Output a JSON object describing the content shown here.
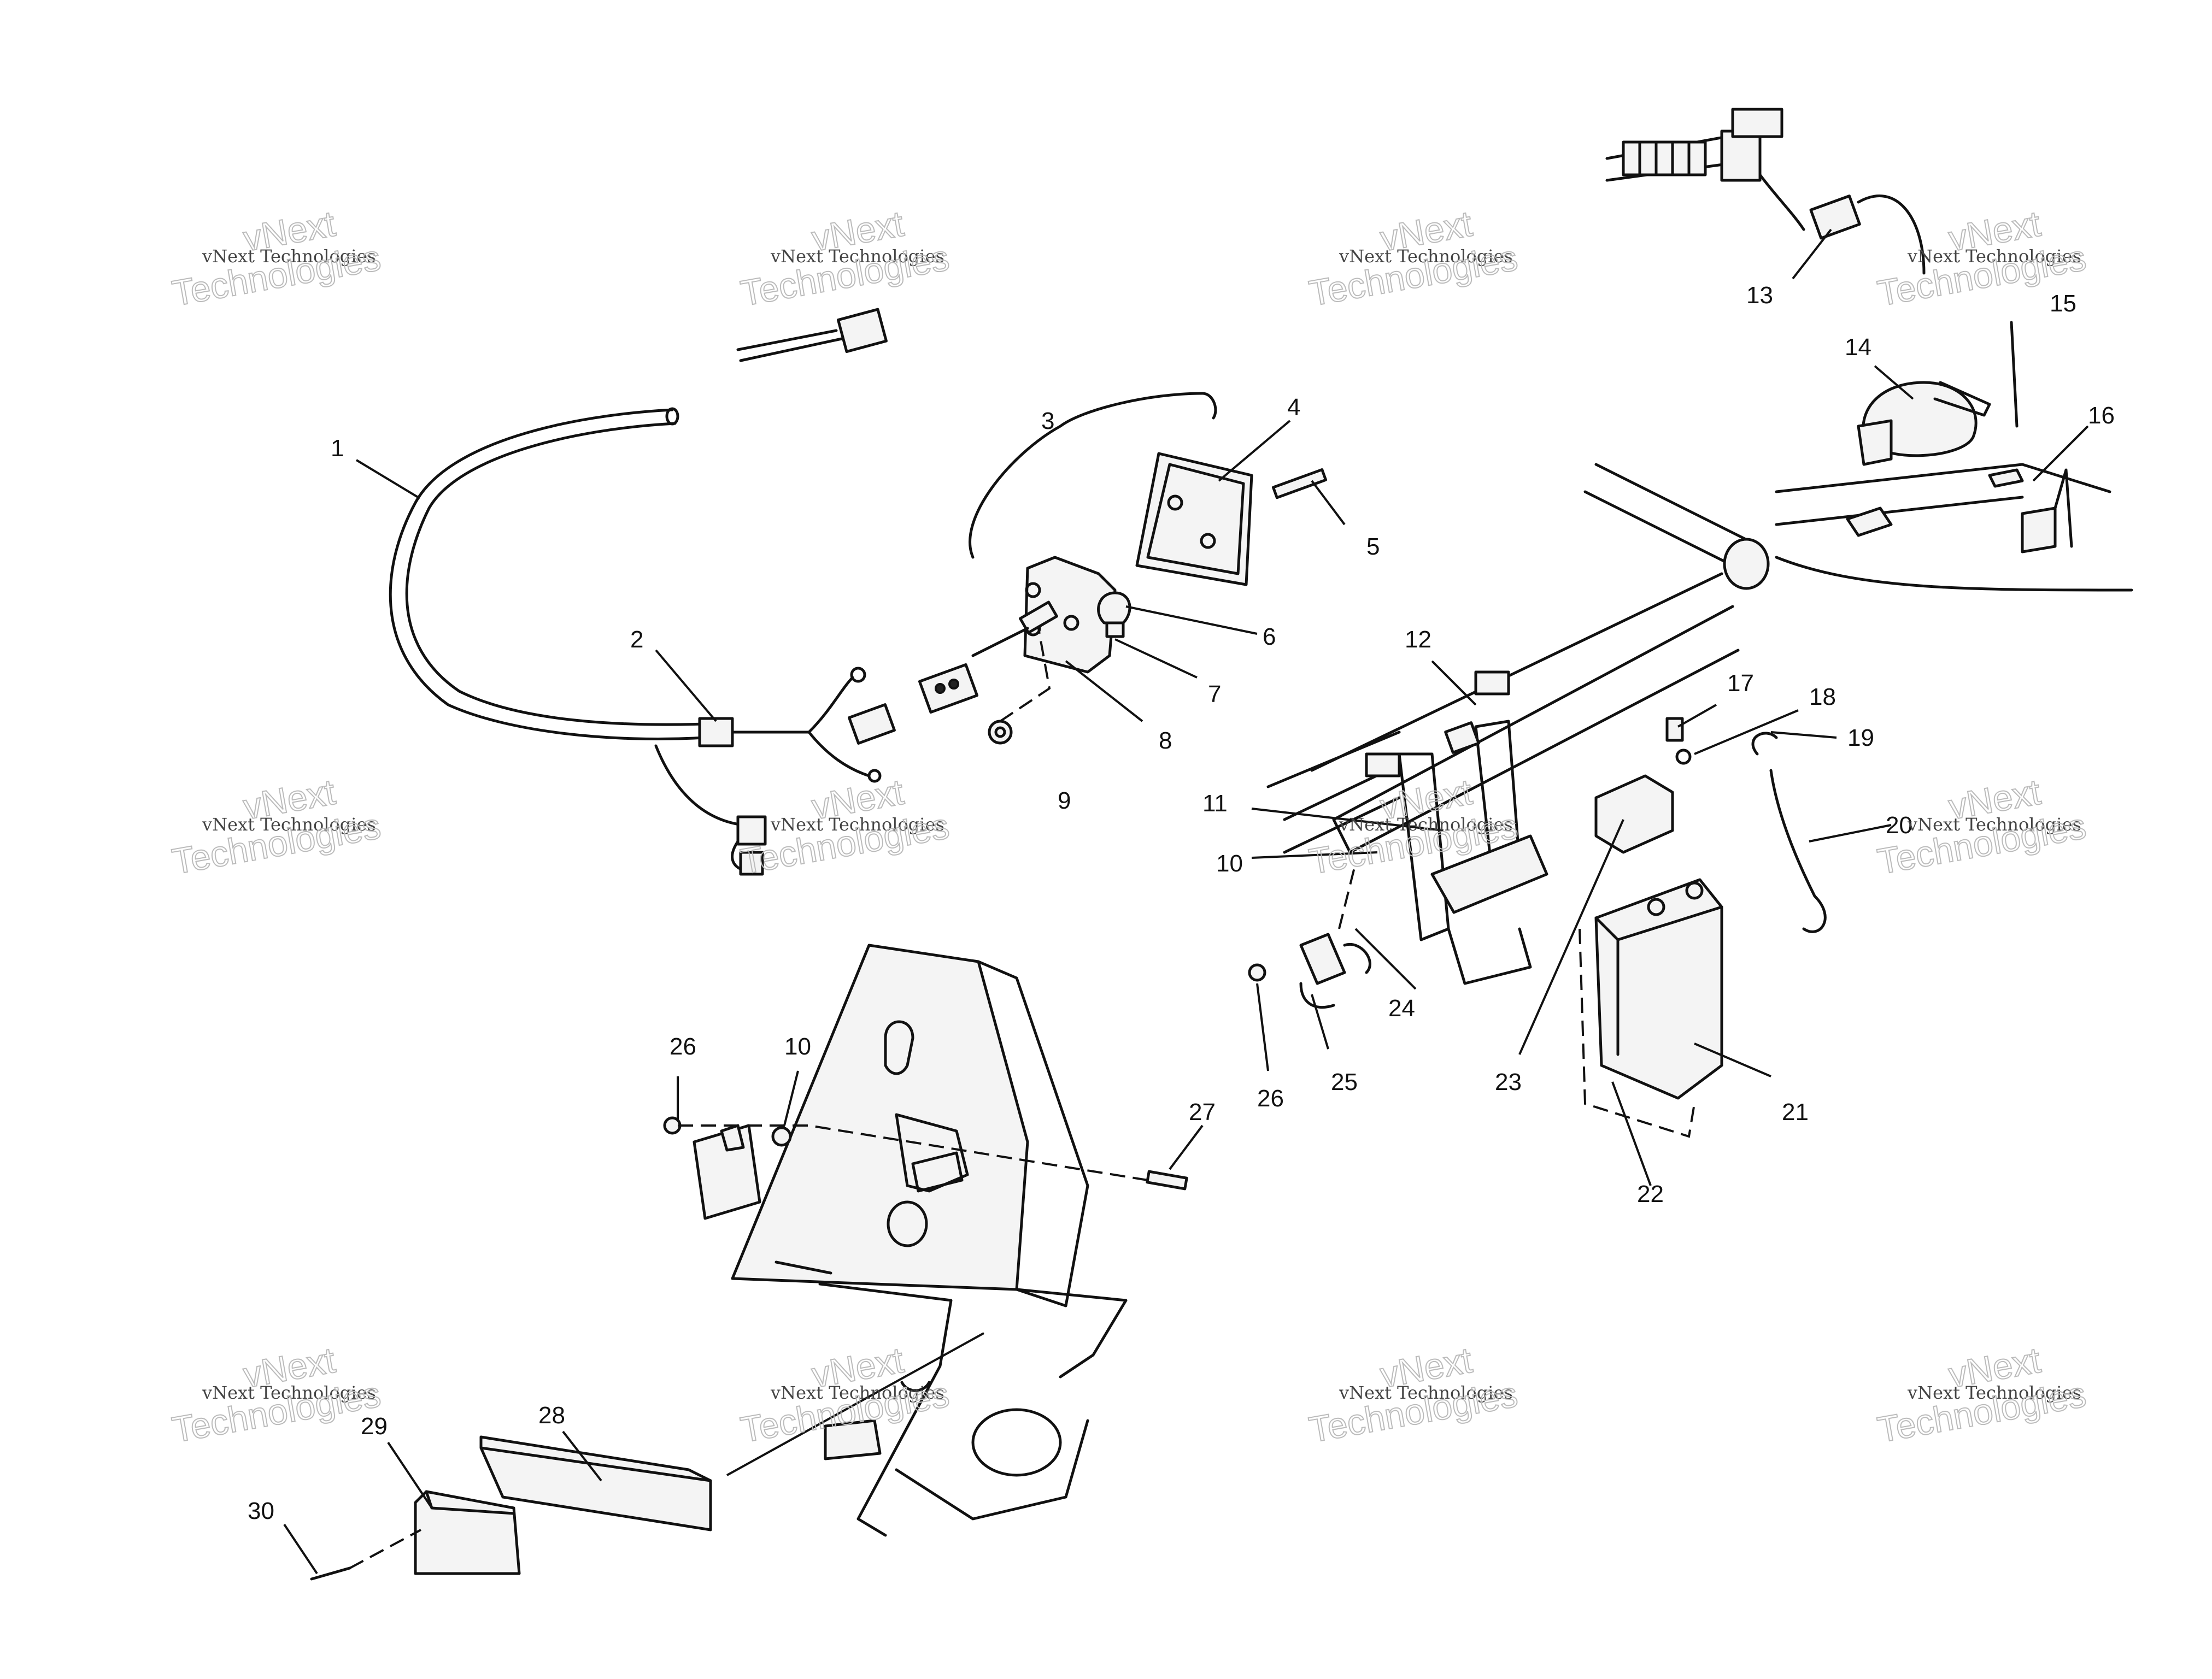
{
  "callouts": {
    "c1": "1",
    "c2": "2",
    "c3": "3",
    "c4": "4",
    "c5": "5",
    "c6": "6",
    "c7": "7",
    "c8": "8",
    "c9": "9",
    "c10a": "10",
    "c10b": "10",
    "c11": "11",
    "c12": "12",
    "c13": "13",
    "c14": "14",
    "c15": "15",
    "c16": "16",
    "c17": "17",
    "c18": "18",
    "c19": "19",
    "c20": "20",
    "c21": "21",
    "c22": "22",
    "c23": "23",
    "c24": "24",
    "c25": "25",
    "c26a": "26",
    "c26b": "26",
    "c27": "27",
    "c28": "28",
    "c29": "29",
    "c30": "30"
  },
  "watermark": {
    "line1": "vNext Technologies",
    "big1": "vNext",
    "big2": "Technologies"
  }
}
